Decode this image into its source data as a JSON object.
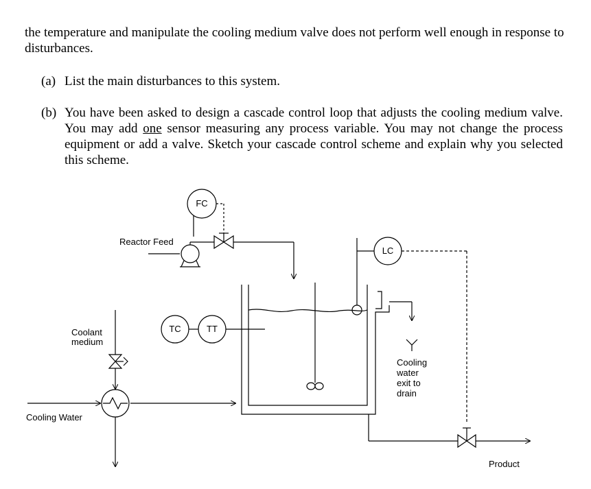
{
  "text": {
    "intro": "the temperature and manipulate the cooling medium valve does not perform well enough in response to disturbances.",
    "a_label": "(a)",
    "a_text": "List the main disturbances to this system.",
    "b_label": "(b)",
    "b_text_1": "You have been asked to design a cascade control loop that adjusts the cooling medium valve.  You may add ",
    "b_text_u": "one",
    "b_text_2": " sensor measuring any process variable.  You may not change the process equipment or add a valve.  Sketch your cascade control scheme and explain why you selected this scheme."
  },
  "diagram": {
    "fc": "FC",
    "lc": "LC",
    "tc": "TC",
    "tt": "TT",
    "reactor_feed": "Reactor Feed",
    "coolant_1": "Coolant",
    "coolant_2": "medium",
    "cooling_water": "Cooling Water",
    "cw_exit_1": "Cooling",
    "cw_exit_2": "water",
    "cw_exit_3": "exit to",
    "cw_exit_4": "drain",
    "product": "Product"
  }
}
